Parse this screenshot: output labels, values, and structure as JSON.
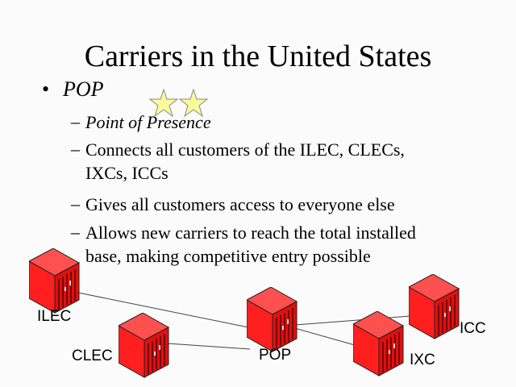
{
  "slide": {
    "title": "Carriers in the United States",
    "bullet": "POP",
    "sub_items": [
      {
        "line1": "Point of Presence",
        "italic": true
      },
      {
        "line1": "Connects all customers of the ILEC, CLECs,",
        "line2": "IXCs, ICCs"
      },
      {
        "line1": "Gives all customers access to everyone else"
      },
      {
        "line1": "Allows new carriers to reach the total installed",
        "line2": "base, making competitive entry possible"
      }
    ]
  },
  "diagram": {
    "nodes": [
      "ILEC",
      "CLEC",
      "POP",
      "IXC",
      "ICC"
    ],
    "colors": {
      "cube_front": "#ff1f1f",
      "cube_top": "#ff5050",
      "star": "#fafa9a"
    }
  }
}
